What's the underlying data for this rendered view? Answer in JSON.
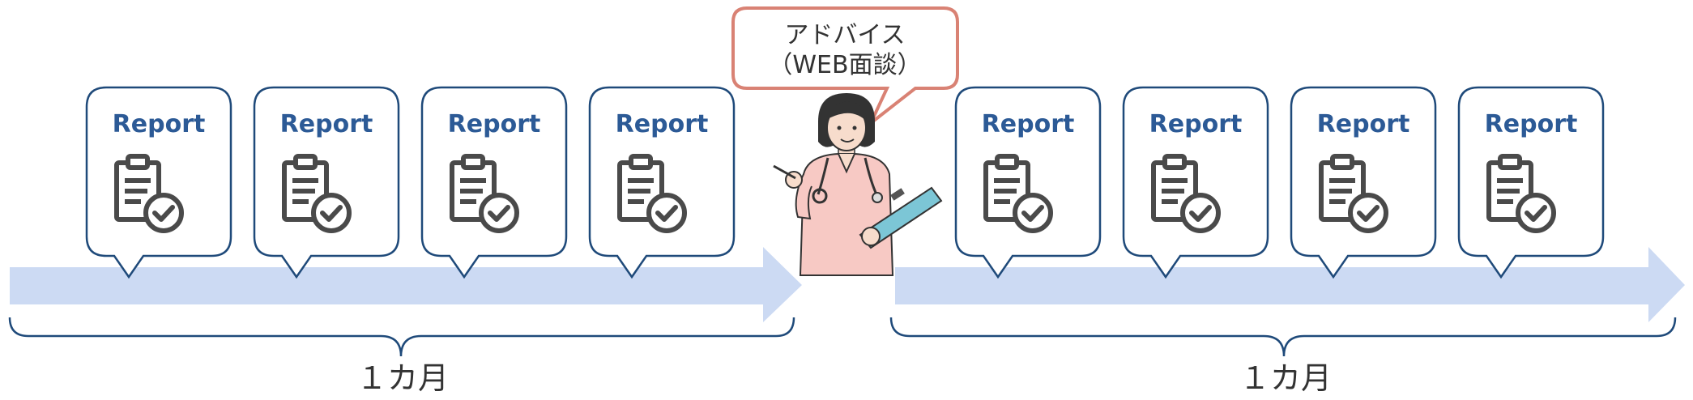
{
  "timeline": {
    "arrow_color": "#ccdaf3",
    "card_border_color": "#1f4a7a",
    "label_color": "#2c5a96",
    "icon_color": "#4a4a4a",
    "segments": [
      {
        "period_label": "１カ月",
        "reports": [
          {
            "label": "Report",
            "icon": "clipboard-check-icon"
          },
          {
            "label": "Report",
            "icon": "clipboard-check-icon"
          },
          {
            "label": "Report",
            "icon": "clipboard-check-icon"
          },
          {
            "label": "Report",
            "icon": "clipboard-check-icon"
          }
        ]
      },
      {
        "period_label": "１カ月",
        "reports": [
          {
            "label": "Report",
            "icon": "clipboard-check-icon"
          },
          {
            "label": "Report",
            "icon": "clipboard-check-icon"
          },
          {
            "label": "Report",
            "icon": "clipboard-check-icon"
          },
          {
            "label": "Report",
            "icon": "clipboard-check-icon"
          }
        ]
      }
    ]
  },
  "advice": {
    "line1": "アドバイス",
    "line2": "（WEB面談）",
    "bubble_border_color": "#d98274",
    "figure": "nurse-illustration"
  }
}
